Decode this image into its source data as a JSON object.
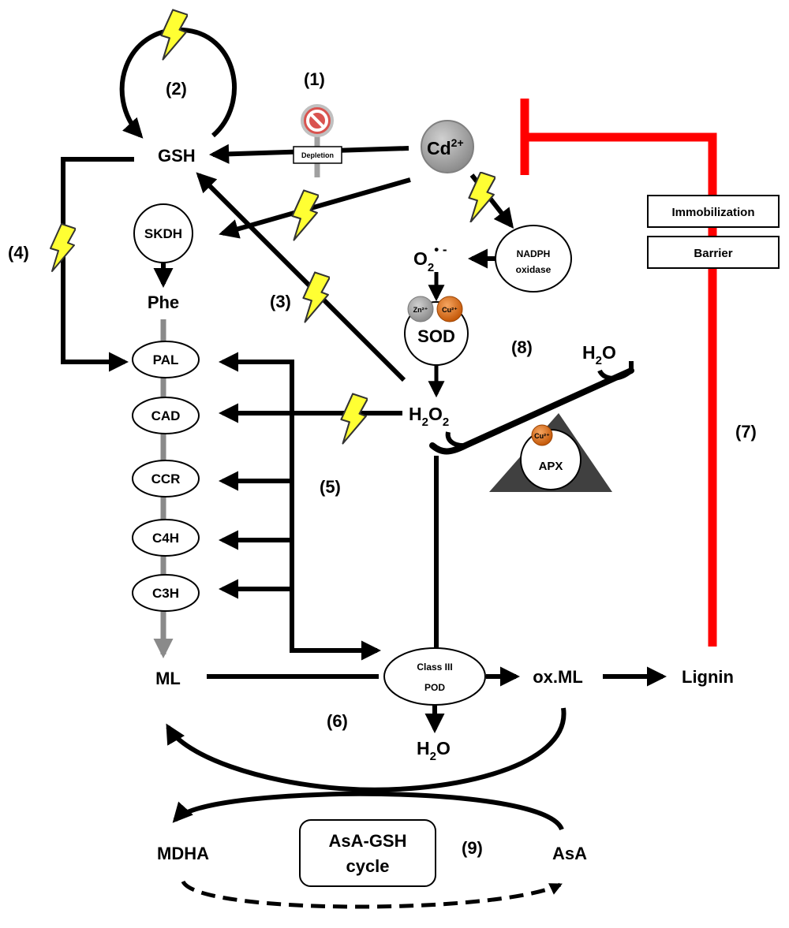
{
  "labels": {
    "gsh": "GSH",
    "cd": "Cd",
    "cd_charge": "2+",
    "depletion": "Depletion",
    "skdh": "SKDH",
    "phe": "Phe",
    "pal": "PAL",
    "cad": "CAD",
    "ccr": "CCR",
    "c4h": "C4H",
    "c3h": "C3H",
    "ml": "ML",
    "class3": "Class III",
    "pod": "POD",
    "oxml": "ox.ML",
    "lignin": "Lignin",
    "nadph": "NADPH",
    "oxidase": "oxidase",
    "o2": "O",
    "o2_sub": "2",
    "o2_sup": "• -",
    "sod": "SOD",
    "zn": "Zn²⁺",
    "cu": "Cu²⁺",
    "h2o2_h": "H",
    "h2o2_s1": "2",
    "h2o2_o": "O",
    "h2o2_s2": "2",
    "h2o_h": "H",
    "h2o_s": "2",
    "h2o_o": "O",
    "apx": "APX",
    "immobilization": "Immobilization",
    "barrier": "Barrier",
    "mdha": "MDHA",
    "asa": "AsA",
    "cycle_line1": "AsA-GSH",
    "cycle_line2": "cycle"
  },
  "steps": [
    "(1)",
    "(2)",
    "(3)",
    "(4)",
    "(5)",
    "(6)",
    "(7)",
    "(8)",
    "(9)"
  ],
  "colors": {
    "arrow": "#000000",
    "gray_arrow": "#8a8a8a",
    "inhibition": "#ff0000",
    "lightning_fill": "#ffff33",
    "lightning_stroke": "#333333",
    "cd_ball": "#a6a6a6",
    "cu_ball": "#e36c0a",
    "zn_ball": "#a6a6a6",
    "stop_sign": "#d9534f",
    "apx_base": "#404040"
  },
  "icons": [
    "lightning-icon",
    "no-entry-icon",
    "metal-ion-icon"
  ]
}
